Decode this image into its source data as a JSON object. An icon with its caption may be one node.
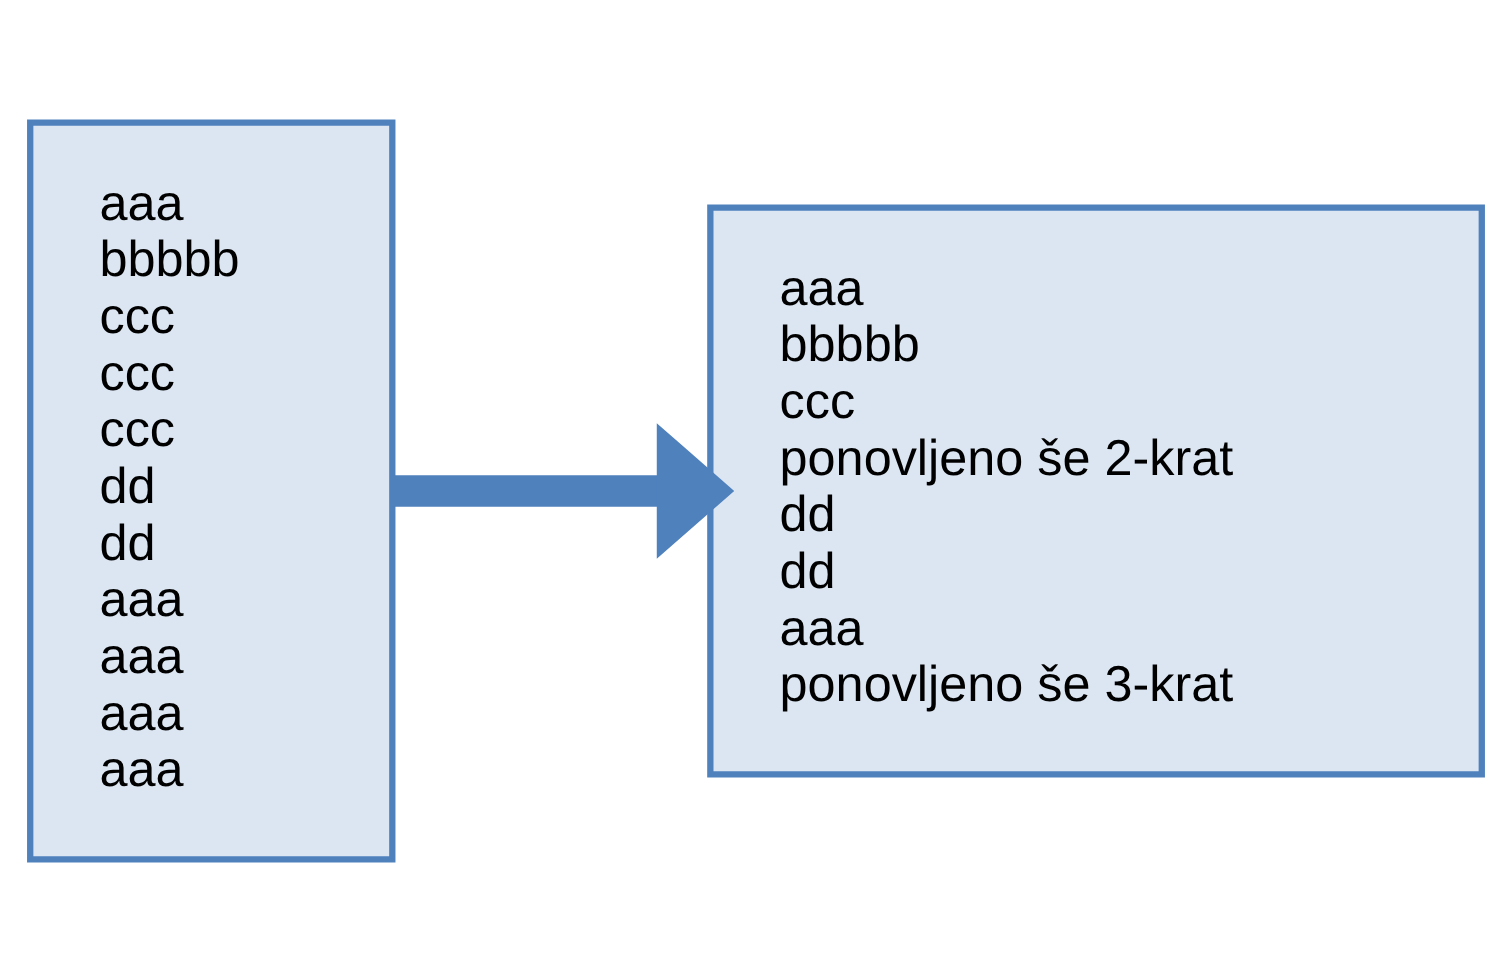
{
  "diagram": {
    "nodes": [
      {
        "text": [
          "aaa",
          "bbbbb",
          "ccc",
          "ccc",
          "ccc",
          "dd",
          "dd",
          "aaa",
          "aaa",
          "aaa",
          "aaa"
        ]
      },
      {
        "text": [
          "aaa",
          "bbbbb",
          "ccc",
          "ponovljeno še 2-krat",
          "dd",
          "dd",
          "aaa",
          "ponovljeno še 3-krat"
        ]
      }
    ],
    "edges": [
      {
        "from": 0,
        "to": 1,
        "arrow": "to"
      }
    ]
  }
}
